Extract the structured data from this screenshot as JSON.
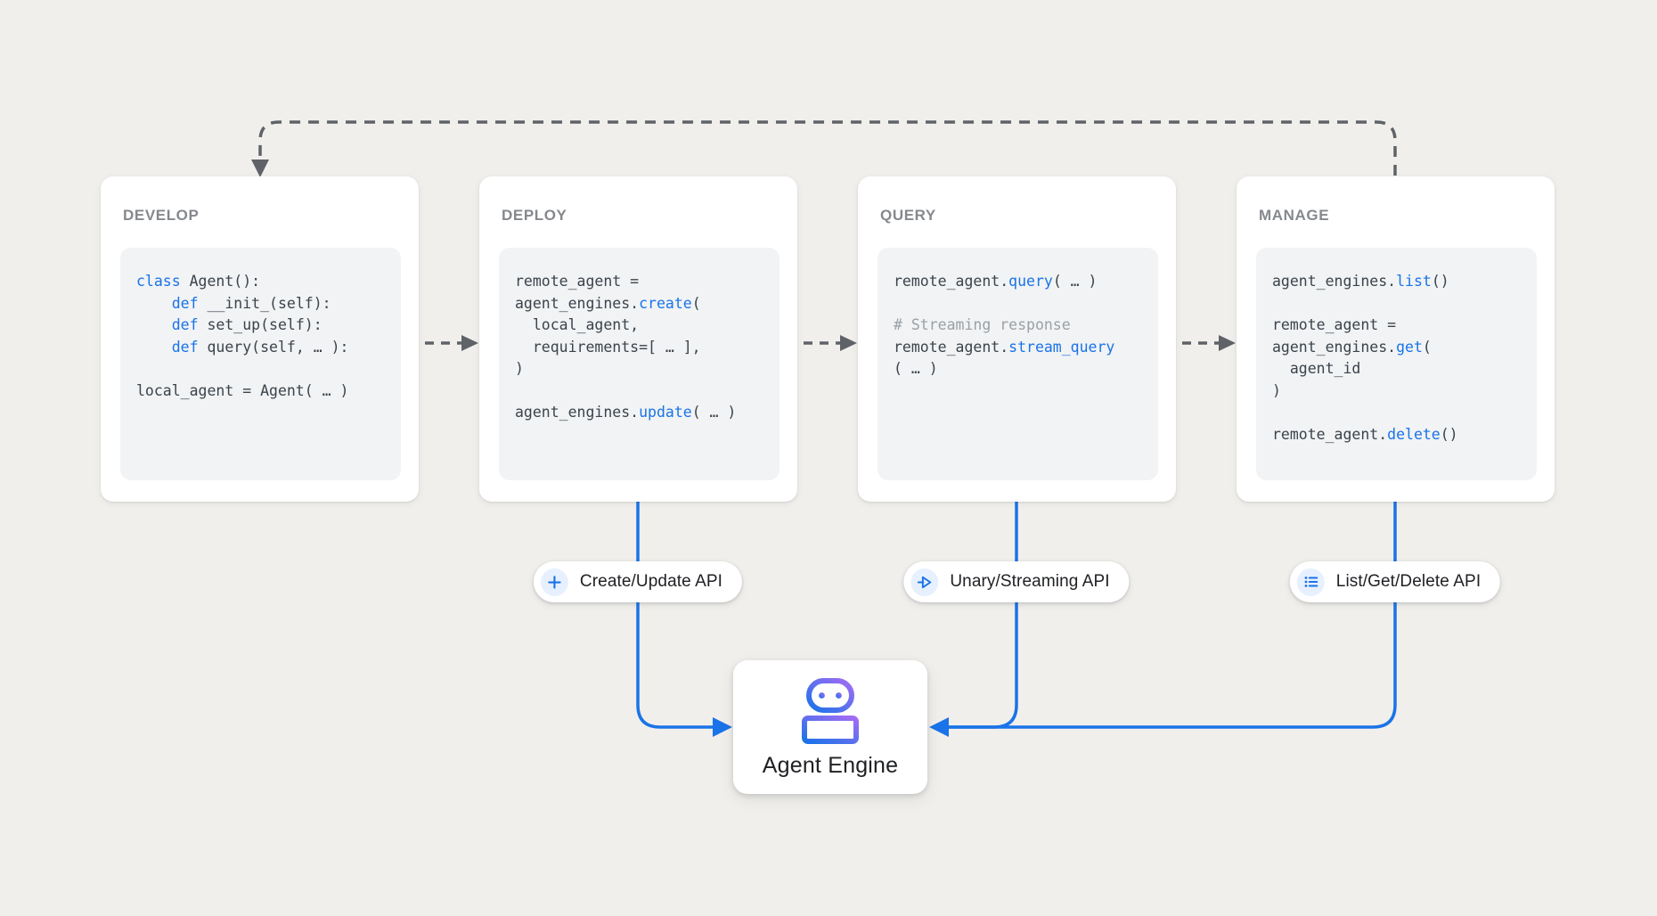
{
  "colors": {
    "background": "#f1efec",
    "accent_blue": "#1a73e8",
    "keyword_blue": "#1a73e8",
    "comment_gray": "#9aa0a6",
    "code_text": "#3b434c",
    "code_background": "#f1f3f4",
    "card_title_gray": "#85898d",
    "dashed_line_gray": "#5f6368",
    "robot_gradient_top_right": "#a36cf5",
    "robot_gradient_bottom_left": "#1a73e8"
  },
  "cards": [
    {
      "title": "DEVELOP",
      "code": [
        [
          {
            "t": "class",
            "c": "b"
          },
          {
            "t": " Agent():"
          }
        ],
        [
          {
            "t": "    "
          },
          {
            "t": "def",
            "c": "b"
          },
          {
            "t": " __init_(self):"
          }
        ],
        [
          {
            "t": "    "
          },
          {
            "t": "def",
            "c": "b"
          },
          {
            "t": " set_up(self):"
          }
        ],
        [
          {
            "t": "    "
          },
          {
            "t": "def",
            "c": "b"
          },
          {
            "t": " query(self, … ):"
          }
        ],
        [],
        [
          {
            "t": "local_agent = Agent( … )"
          }
        ]
      ]
    },
    {
      "title": "DEPLOY",
      "code": [
        [
          {
            "t": "remote_agent ="
          }
        ],
        [
          {
            "t": "agent_engines."
          },
          {
            "t": "create",
            "c": "b"
          },
          {
            "t": "("
          }
        ],
        [
          {
            "t": "  local_agent,"
          }
        ],
        [
          {
            "t": "  requirements=[ … ],"
          }
        ],
        [
          {
            "t": ")"
          }
        ],
        [],
        [
          {
            "t": "agent_engines."
          },
          {
            "t": "update",
            "c": "b"
          },
          {
            "t": "( … )"
          }
        ]
      ]
    },
    {
      "title": "QUERY",
      "code": [
        [
          {
            "t": "remote_agent."
          },
          {
            "t": "query",
            "c": "b"
          },
          {
            "t": "( … )"
          }
        ],
        [],
        [
          {
            "t": "# Streaming response",
            "c": "cm"
          }
        ],
        [
          {
            "t": "remote_agent."
          },
          {
            "t": "stream_query",
            "c": "b"
          }
        ],
        [
          {
            "t": "( … )"
          }
        ]
      ]
    },
    {
      "title": "MANAGE",
      "code": [
        [
          {
            "t": "agent_engines."
          },
          {
            "t": "list",
            "c": "b"
          },
          {
            "t": "()"
          }
        ],
        [],
        [
          {
            "t": "remote_agent ="
          }
        ],
        [
          {
            "t": "agent_engines."
          },
          {
            "t": "get",
            "c": "b"
          },
          {
            "t": "("
          }
        ],
        [
          {
            "t": "  agent_id"
          }
        ],
        [
          {
            "t": ")"
          }
        ],
        [],
        [
          {
            "t": "remote_agent."
          },
          {
            "t": "delete",
            "c": "b"
          },
          {
            "t": "()"
          }
        ]
      ]
    }
  ],
  "pills": [
    {
      "icon": "plus-icon",
      "label": "Create/Update API"
    },
    {
      "icon": "send-icon",
      "label": "Unary/Streaming API"
    },
    {
      "icon": "list-icon",
      "label": "List/Get/Delete API"
    }
  ],
  "engine": {
    "icon": "robot-icon",
    "label": "Agent Engine"
  }
}
